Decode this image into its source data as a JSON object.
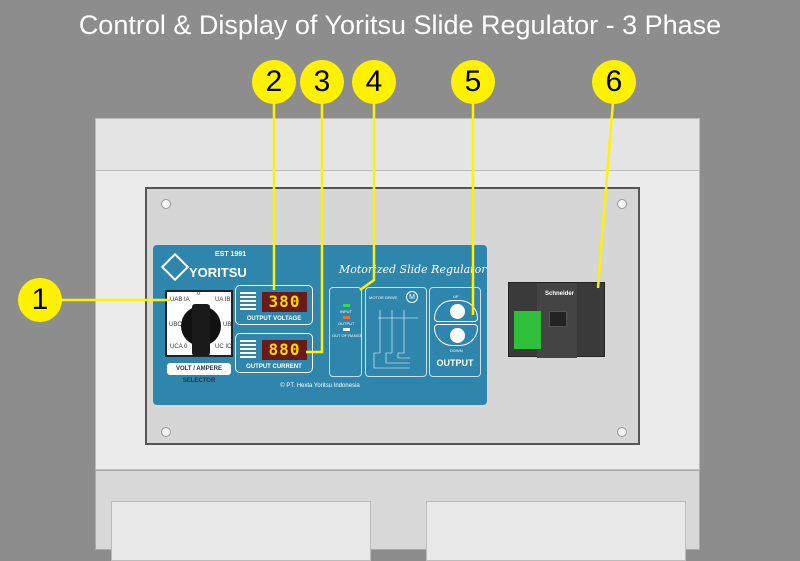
{
  "title": "Control & Display of Yoritsu Slide Regulator - 3 Phase",
  "panel": {
    "brand": "YORITSU",
    "est": "EST 1991",
    "product": "Motorized Slide Regulator",
    "selector": {
      "labels": [
        "UAB IA",
        "0",
        "UA IB",
        "UBC",
        "UB",
        "UCA 0",
        "UC IC"
      ],
      "caption": "VOLT / AMPERE SELECTOR"
    },
    "voltage": {
      "value": "380",
      "caption": "OUTPUT VOLTAGE"
    },
    "current": {
      "value": "880",
      "caption": "OUTPUT CURRENT"
    },
    "indicators": {
      "input": "INPUT",
      "output": "OUTPUT",
      "out_of_range": "OUT OF RANGE",
      "colors": {
        "input": "#33dd44",
        "output": "#ff6a2a",
        "out_of_range": "#ffffff"
      }
    },
    "motor": {
      "label": "MOTOR DRIVE",
      "symbol": "M"
    },
    "output": {
      "up": "UP",
      "down": "DOWN",
      "caption": "OUTPUT"
    },
    "copyright": "© PT. Hexta Yoritsu Indonesia"
  },
  "breaker": {
    "brand": "Schneider"
  },
  "callouts": [
    "1",
    "2",
    "3",
    "4",
    "5",
    "6"
  ],
  "colors": {
    "callout": "#fff200",
    "panel": "#2f86ad",
    "background": "#8d8d8d"
  }
}
